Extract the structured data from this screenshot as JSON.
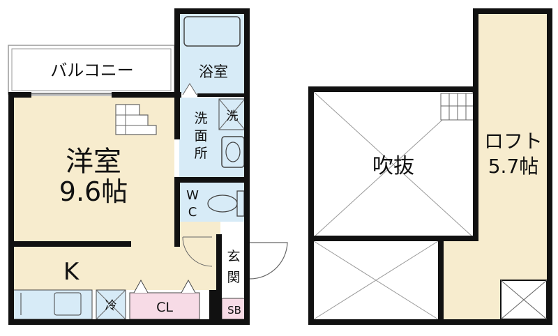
{
  "colors": {
    "wall": "#111111",
    "room": "#f7ecce",
    "wet": "#d7ebf7",
    "closet": "#f7dbe6",
    "void": "#ffffff",
    "guide": "#9a9a9a"
  },
  "level1": {
    "balcony": "バルコニー",
    "bath": "浴室",
    "washroom": [
      "洗",
      "面",
      "所"
    ],
    "washer": "洗",
    "western_room": {
      "name": "洋室",
      "area": "9.6帖"
    },
    "toilet": [
      "W",
      "C"
    ],
    "kitchen": "K",
    "fridge": "冷",
    "closet": "CL",
    "entrance": [
      "玄",
      "関"
    ],
    "shoe_box": "SB"
  },
  "level2": {
    "void": "吹抜",
    "loft": {
      "name": "ロフト",
      "area": "5.7帖"
    }
  }
}
